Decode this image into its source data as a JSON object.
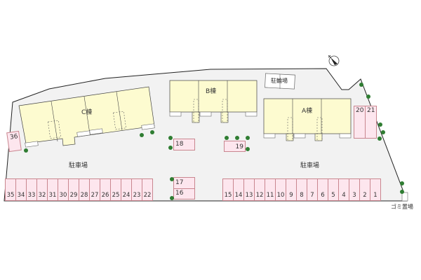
{
  "colors": {
    "ground": "#f2f2f2",
    "building": "#fdfbd0",
    "parking": "#fde6ee",
    "parking_border": "#c9868f",
    "tree": "#2f7d32",
    "outline": "#222222"
  },
  "buildings": [
    {
      "id": "C",
      "label": "C棟"
    },
    {
      "id": "B",
      "label": "B棟"
    },
    {
      "id": "A",
      "label": "A棟"
    }
  ],
  "labels": {
    "bicycle_parking": "駐輪場",
    "parking_left": "駐車場",
    "parking_right": "駐車場",
    "garbage": "ゴミ置場"
  },
  "parking": {
    "bottom_left_row": [
      "35",
      "34",
      "33",
      "32",
      "31",
      "30",
      "29",
      "28",
      "27",
      "26",
      "25",
      "24",
      "23",
      "22"
    ],
    "bottom_right_row": [
      "15",
      "14",
      "13",
      "12",
      "11",
      "10",
      "9",
      "8",
      "7",
      "6",
      "5",
      "4",
      "3",
      "2",
      "1"
    ],
    "stacked": [
      "17",
      "16"
    ],
    "s18": "18",
    "s19": "19",
    "s20": "20",
    "s21": "21",
    "s36": "36"
  },
  "compass": {
    "icon": "north-arrow-icon"
  }
}
